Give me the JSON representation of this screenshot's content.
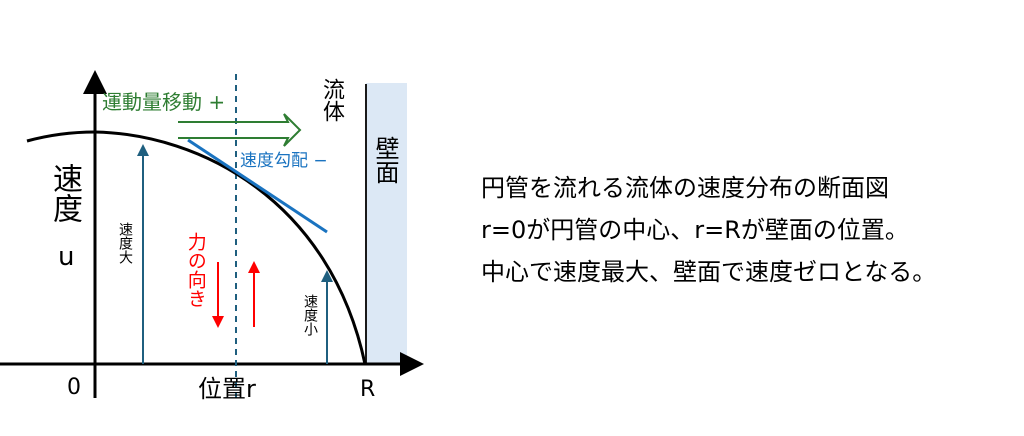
{
  "diagram": {
    "y_axis_label": "速度",
    "y_axis_symbol": "u",
    "x_axis_label": "位置r",
    "origin_label": "0",
    "wall_position_label": "R",
    "fluid_label": "流体",
    "wall_label": "壁面",
    "momentum_label": "運動量移動 +",
    "gradient_label": "速度勾配 −",
    "high_speed_label": "速度大",
    "low_speed_label": "速度小",
    "force_label": "力の向き",
    "colors": {
      "momentum": "#2e7d32",
      "gradient": "#1a73c0",
      "force": "#ff0000",
      "velocity_arrow": "#1f5f7f",
      "wall_fill": "#dce8f5"
    }
  },
  "description": {
    "lines": [
      "円管を流れる流体の速度分布の断面図",
      "r=0が円管の中心、r=Rが壁面の位置。",
      "中心で速度最大、壁面で速度ゼロとなる。"
    ]
  }
}
